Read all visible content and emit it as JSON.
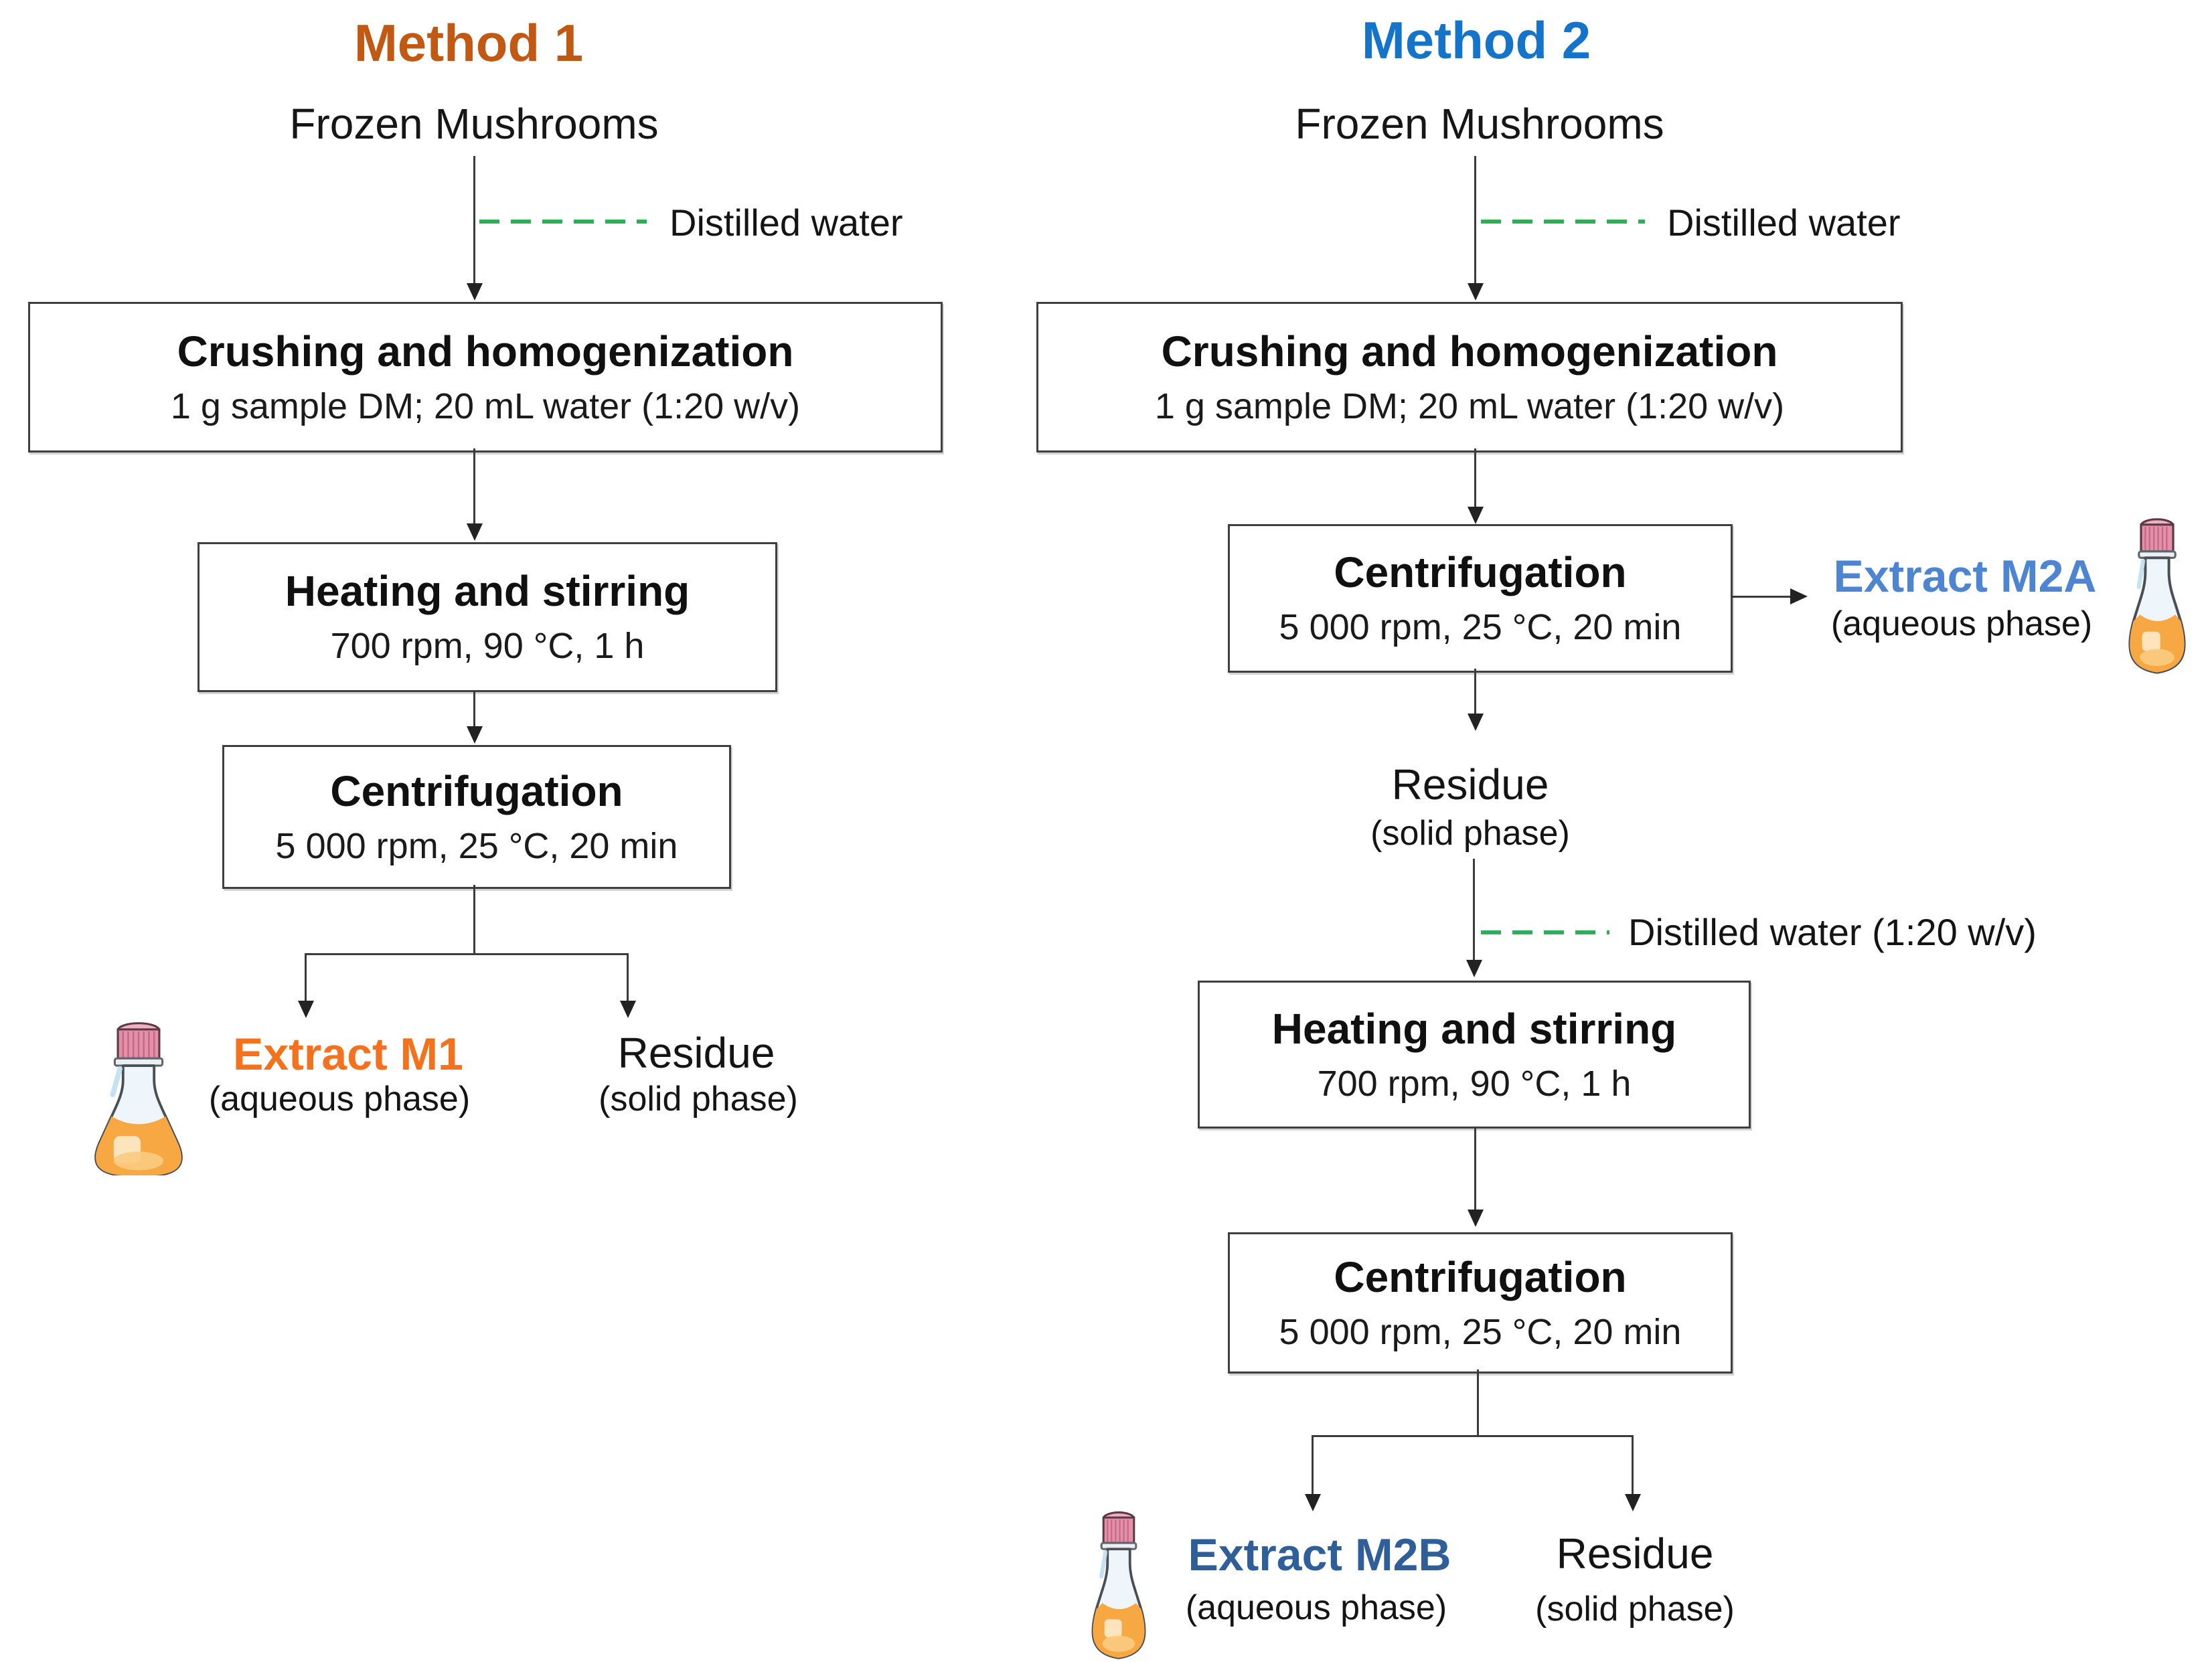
{
  "m1": {
    "title": "Method 1",
    "title_color": "#C25912",
    "source": "Frozen Mushrooms",
    "water_label": "Distilled water",
    "boxes": [
      {
        "title": "Crushing and homogenization",
        "subtitle": "1 g sample DM; 20 mL water (1:20 w/v)"
      },
      {
        "title": "Heating and stirring",
        "subtitle": "700 rpm, 90 °C, 1 h"
      },
      {
        "title": "Centrifugation",
        "subtitle": "5 000 rpm, 25 °C, 20 min"
      }
    ],
    "extract": {
      "label": "Extract M1",
      "phase": "(aqueous phase)",
      "color": "#F4711D"
    },
    "residue": {
      "label": "Residue",
      "phase": "(solid phase)"
    }
  },
  "m2": {
    "title": "Method 2",
    "title_color": "#1474C9",
    "source": "Frozen Mushrooms",
    "water_label_1": "Distilled water",
    "water_label_2": "Distilled water (1:20 w/v)",
    "boxes": [
      {
        "title": "Crushing and homogenization",
        "subtitle": "1 g sample DM; 20 mL water (1:20 w/v)"
      },
      {
        "title": "Centrifugation",
        "subtitle": "5 000 rpm, 25 °C, 20 min"
      },
      {
        "title": "Heating and stirring",
        "subtitle": "700 rpm, 90 °C, 1 h"
      },
      {
        "title": "Centrifugation",
        "subtitle": "5 000 rpm, 25 °C, 20 min"
      }
    ],
    "extract_a": {
      "label": "Extract M2A",
      "phase": "(aqueous phase)",
      "color": "#4D85D2"
    },
    "mid_residue": {
      "label": "Residue",
      "phase": "(solid phase)"
    },
    "extract_b": {
      "label": "Extract M2B",
      "phase": "(aqueous phase)",
      "color": "#2F5F99"
    },
    "residue": {
      "label": "Residue",
      "phase": "(solid phase)"
    }
  },
  "colors": {
    "water_dash_green": "#2FAE59",
    "flow_line": "#3B3B3B"
  },
  "icons": {
    "flask": "erlenmeyer-flask-icon"
  }
}
